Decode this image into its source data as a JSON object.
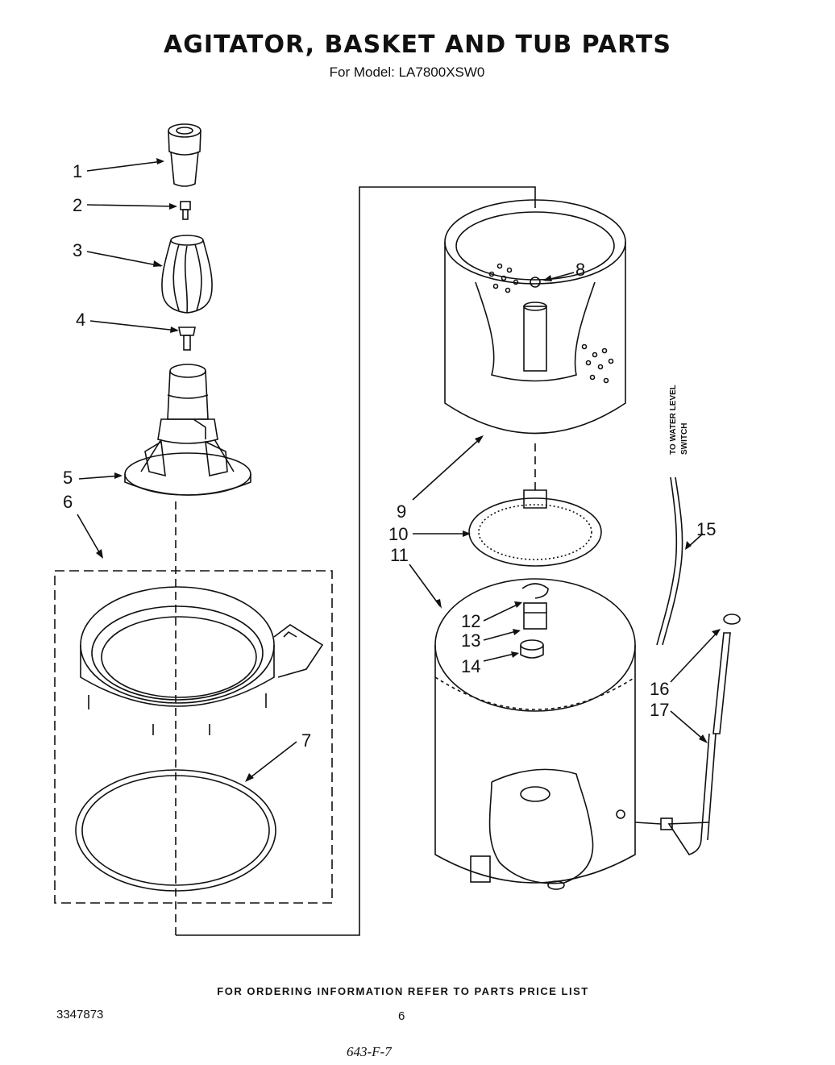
{
  "header": {
    "title": "AGITATOR, BASKET AND TUB PARTS",
    "subtitle": "For Model: LA7800XSW0"
  },
  "callouts": [
    "1",
    "2",
    "3",
    "4",
    "5",
    "6",
    "7",
    "8",
    "9",
    "10",
    "11",
    "12",
    "13",
    "14",
    "15",
    "16",
    "17"
  ],
  "side_label": {
    "line1": "TO WATER LEVEL",
    "line2": "SWITCH"
  },
  "footer": {
    "ordering": "FOR ORDERING INFORMATION REFER TO PARTS PRICE LIST",
    "doc_number": "3347873",
    "page_number": "6",
    "handwritten": "643-F-7"
  }
}
